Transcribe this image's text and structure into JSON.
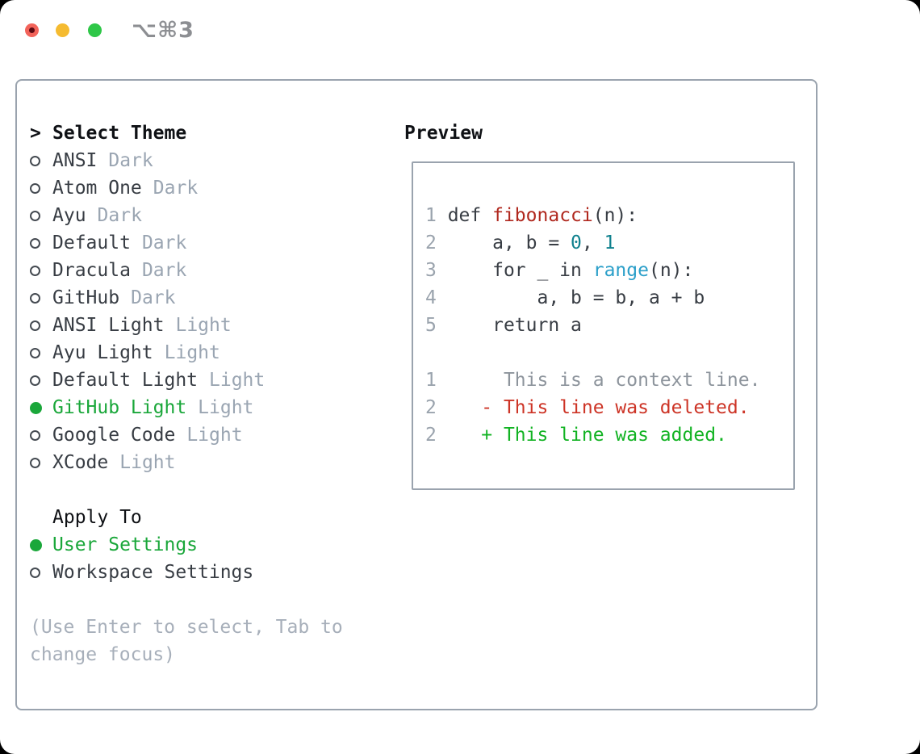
{
  "window": {
    "title": "⌥⌘3"
  },
  "colors": {
    "accent_green": "#1aa73a",
    "fg": "#383d44",
    "heading": "#0f1115",
    "muted": "#9aa5b2",
    "hint": "#a7afba",
    "border": "#9aa3ae",
    "line_number": "#9aa3ad",
    "context_gray": "#8d949c",
    "deleted_red": "#cd3426",
    "added_green": "#12b323",
    "function_red": "#b0281e",
    "number_teal": "#10818e",
    "builtin_blue": "#2b9fc9",
    "titlebar_text": "#8c8e92",
    "traffic_red": "#f2635a",
    "traffic_red_dot": "#5c0a12",
    "traffic_yellow": "#f5bb31",
    "traffic_green": "#2fc748"
  },
  "theme_picker": {
    "prompt": ">",
    "title": "Select Theme",
    "items": [
      {
        "name": "ANSI",
        "variant": "Dark",
        "selected": false
      },
      {
        "name": "Atom One",
        "variant": "Dark",
        "selected": false
      },
      {
        "name": "Ayu",
        "variant": "Dark",
        "selected": false
      },
      {
        "name": "Default",
        "variant": "Dark",
        "selected": false
      },
      {
        "name": "Dracula",
        "variant": "Dark",
        "selected": false
      },
      {
        "name": "GitHub",
        "variant": "Dark",
        "selected": false
      },
      {
        "name": "ANSI Light",
        "variant": "Light",
        "selected": false
      },
      {
        "name": "Ayu Light",
        "variant": "Light",
        "selected": false
      },
      {
        "name": "Default Light",
        "variant": "Light",
        "selected": false
      },
      {
        "name": "GitHub Light",
        "variant": "Light",
        "selected": true
      },
      {
        "name": "Google Code",
        "variant": "Light",
        "selected": false
      },
      {
        "name": "XCode",
        "variant": "Light",
        "selected": false
      }
    ]
  },
  "apply_to": {
    "title": "Apply To",
    "options": [
      {
        "label": "User Settings",
        "selected": true
      },
      {
        "label": "Workspace Settings",
        "selected": false
      }
    ]
  },
  "hint_lines": [
    "(Use Enter to select, Tab to",
    "change focus)"
  ],
  "preview": {
    "title": "Preview",
    "code_lines": [
      {
        "num": "1",
        "segments": [
          {
            "t": " def ",
            "c": "fg"
          },
          {
            "t": "fibonacci",
            "c": "func"
          },
          {
            "t": "(n):",
            "c": "fg"
          }
        ]
      },
      {
        "num": "2",
        "segments": [
          {
            "t": "     a, b = ",
            "c": "fg"
          },
          {
            "t": "0",
            "c": "num"
          },
          {
            "t": ", ",
            "c": "fg"
          },
          {
            "t": "1",
            "c": "num"
          }
        ]
      },
      {
        "num": "3",
        "segments": [
          {
            "t": "     for _ in ",
            "c": "fg"
          },
          {
            "t": "range",
            "c": "builtin"
          },
          {
            "t": "(n):",
            "c": "fg"
          }
        ]
      },
      {
        "num": "4",
        "segments": [
          {
            "t": "         a, b = b, a + b",
            "c": "fg"
          }
        ]
      },
      {
        "num": "5",
        "segments": [
          {
            "t": "     return a",
            "c": "fg"
          }
        ]
      }
    ],
    "diff_lines": [
      {
        "num": "1",
        "segments": [
          {
            "t": "      This is a context line.",
            "c": "context"
          }
        ]
      },
      {
        "num": "2",
        "segments": [
          {
            "t": "    - This line was deleted.",
            "c": "deleted"
          }
        ]
      },
      {
        "num": "2",
        "segments": [
          {
            "t": "    + This line was added.",
            "c": "added"
          }
        ]
      }
    ]
  }
}
